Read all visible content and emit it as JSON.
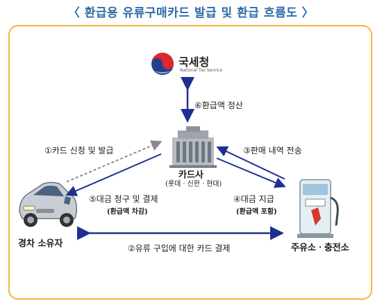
{
  "title": "〈 환급용 유류구매카드 발급 및 환급 흐름도 〉",
  "nts": {
    "name": "국세청",
    "name_en": "National Tax Service"
  },
  "card_company": {
    "name": "카드사",
    "members": "(롯데ㆍ신한ㆍ현대)"
  },
  "car_owner": "경차 소유자",
  "gas_station": "주유소ㆍ충전소",
  "flows": {
    "f1": "①카드 신청 및 발급",
    "f2": "②유류 구입에 대한 카드 결제",
    "f3": "③판매 내역 전송",
    "f4": "④대금 지급",
    "f4_sub": "(환급액 포함)",
    "f5": "⑤대금 청구 및 결제",
    "f5_sub": "(환급액 차감)",
    "f6": "⑥환급액 정산"
  },
  "colors": {
    "title": "#2c6aa8",
    "frame": "#f2b441",
    "arrow": "#1f2f8f",
    "dashed_arrow": "#8a8a8a"
  }
}
